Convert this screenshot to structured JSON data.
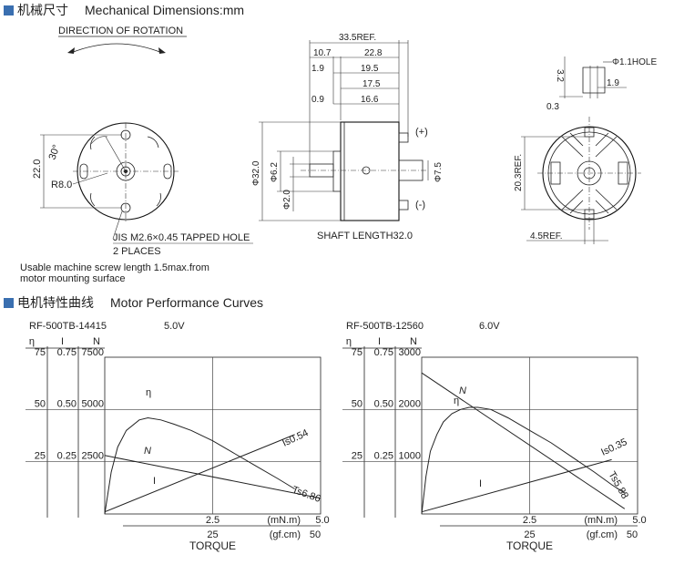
{
  "section1": {
    "title_cn": "机械尺寸",
    "title_en": "Mechanical Dimensions:mm"
  },
  "section2": {
    "title_cn": "电机特性曲线",
    "title_en": "Motor Performance Curves"
  },
  "front_view": {
    "direction_label": "DIRECTION OF ROTATION",
    "dim_height": "22.0",
    "dim_angle": "30°",
    "dim_radius": "R8.0",
    "hole_label": "JIS M2.6×0.45 TAPPED HOLE",
    "hole_count": "2 PLACES",
    "screw_note_1": "Usable machine screw length 1.5max.from",
    "screw_note_2": "motor mounting surface"
  },
  "side_view": {
    "dims": [
      "33.5REF.",
      "10.7",
      "22.8",
      "1.9",
      "19.5",
      "17.5",
      "0.9",
      "16.6"
    ],
    "dia_body": "Φ32.0",
    "dia_shaft_hub": "Φ6.2",
    "dia_shaft": "Φ2.0",
    "dia_rear": "Φ7.5",
    "plus": "(+)",
    "minus": "(-)",
    "shaft_length": "SHAFT LENGTH32.0"
  },
  "rear_view": {
    "dim_32": "3.2",
    "dim_hole": "Φ1.1HOLE",
    "dim_19": "1.9",
    "dim_03": "0.3",
    "dim_height": "20.3REF.",
    "dim_width": "4.5REF."
  },
  "chart_data": [
    {
      "type": "line",
      "model": "RF-500TB-14415",
      "voltage": "5.0V",
      "axis_heads": [
        "η",
        "I",
        "N"
      ],
      "eff_ticks": [
        "75",
        "50",
        "25"
      ],
      "current_ticks": [
        "0.75",
        "0.50",
        "0.25"
      ],
      "speed_ticks": [
        "7500",
        "5000",
        "2500"
      ],
      "x_ticks_mnm": [
        "2.5",
        "5.0"
      ],
      "x_unit_mnm": "(mN.m)",
      "x_ticks_gfcm": [
        "25",
        "50"
      ],
      "x_unit_gfcm": "(gf.cm)",
      "xlabel": "TORQUE",
      "xlim": [
        0,
        5.0
      ],
      "stall_current_label": "Is0.54",
      "stall_torque_label": "Ts6.86",
      "curve_labels": [
        "η",
        "N",
        "I"
      ],
      "series": [
        {
          "name": "η",
          "x": [
            0.0,
            0.15,
            0.3,
            0.5,
            0.8,
            1.0,
            1.3,
            1.6,
            2.0,
            2.5,
            3.0,
            3.5,
            4.0,
            4.4
          ],
          "values": [
            0,
            20,
            32,
            40,
            45,
            46,
            45,
            43,
            40,
            35,
            29,
            23,
            17,
            12
          ]
        },
        {
          "name": "N",
          "x": [
            0,
            5.0
          ],
          "values": [
            2800,
            750
          ]
        },
        {
          "name": "I",
          "x": [
            0,
            4.4
          ],
          "values": [
            0.01,
            0.38
          ]
        }
      ]
    },
    {
      "type": "line",
      "model": "RF-500TB-12560",
      "voltage": "6.0V",
      "axis_heads": [
        "η",
        "I",
        "N"
      ],
      "eff_ticks": [
        "75",
        "50",
        "25"
      ],
      "current_ticks": [
        "0.75",
        "0.50",
        "0.25"
      ],
      "speed_ticks": [
        "3000",
        "2000",
        "1000"
      ],
      "x_ticks_mnm": [
        "2.5",
        "5.0"
      ],
      "x_unit_mnm": "(mN.m)",
      "x_ticks_gfcm": [
        "25",
        "50"
      ],
      "x_unit_gfcm": "(gf.cm)",
      "xlabel": "TORQUE",
      "xlim": [
        0,
        5.0
      ],
      "stall_current_label": "Is0.35",
      "stall_torque_label": "Ts5.88",
      "curve_labels": [
        "η",
        "N",
        "I"
      ],
      "series": [
        {
          "name": "η",
          "x": [
            0.0,
            0.1,
            0.2,
            0.35,
            0.5,
            0.7,
            0.9,
            1.1,
            1.3,
            1.6,
            2.0,
            2.5,
            3.0,
            3.5,
            4.0,
            4.4,
            4.7
          ],
          "values": [
            0,
            18,
            30,
            38,
            44,
            48,
            50,
            51,
            51,
            50,
            46,
            40,
            34,
            27,
            20,
            14,
            10
          ]
        },
        {
          "name": "N",
          "x": [
            0,
            4.7
          ],
          "values": [
            2700,
            100
          ]
        },
        {
          "name": "I",
          "x": [
            0,
            4.4
          ],
          "values": [
            0.01,
            0.26
          ]
        }
      ]
    }
  ]
}
